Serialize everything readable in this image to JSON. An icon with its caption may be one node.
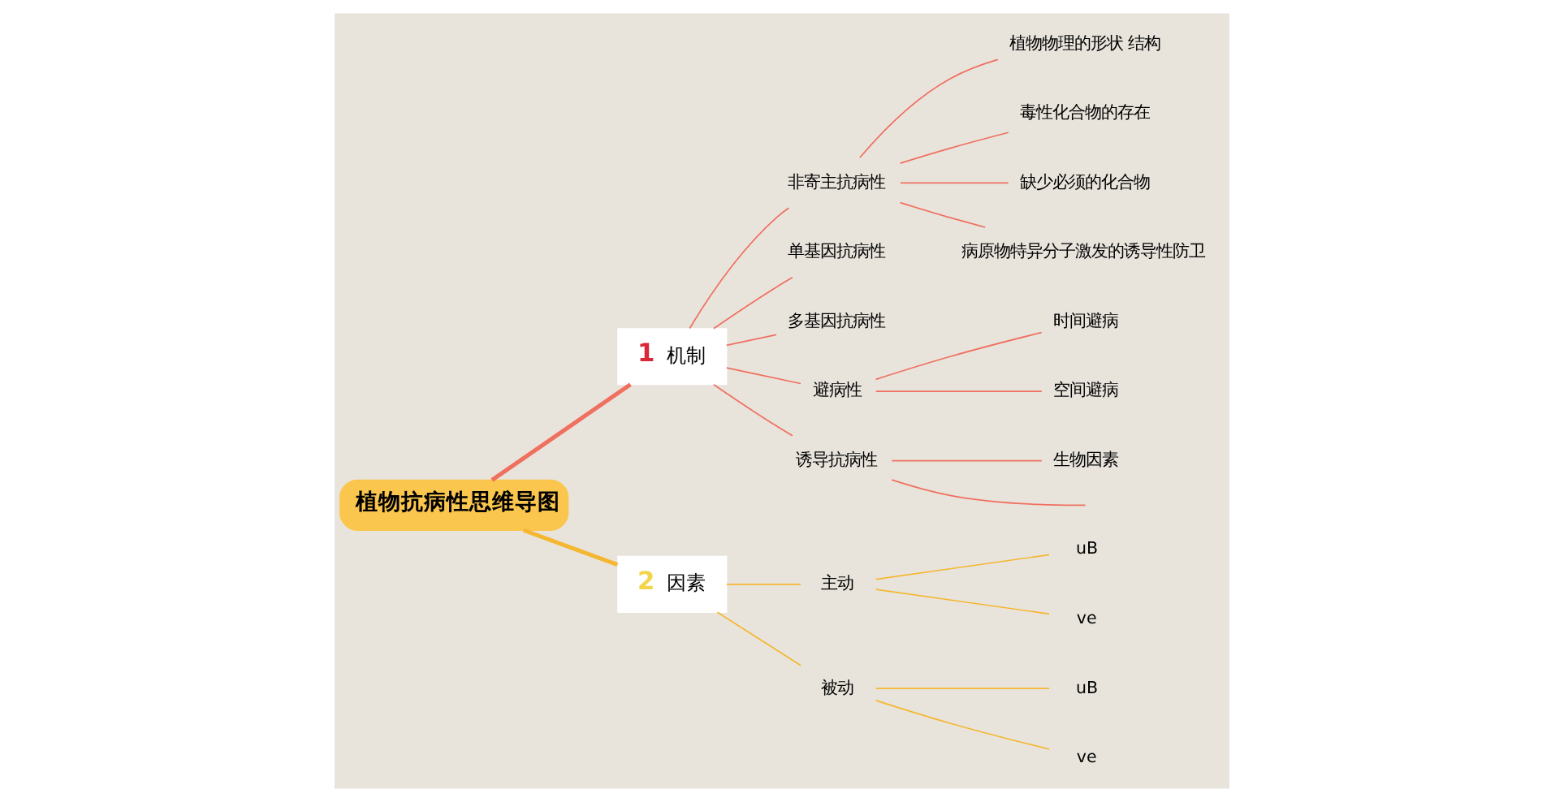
{
  "diagram": {
    "nodes": [
      {
        "text": [
          "植物抗病性思维导图"
        ]
      },
      {
        "text": [
          "1",
          "机制"
        ]
      },
      {
        "text": [
          "非寄主抗病性"
        ]
      },
      {
        "text": [
          "植物物理的形状 结构"
        ]
      },
      {
        "text": [
          "毒性化合物的存在"
        ]
      },
      {
        "text": [
          "缺少必须的化合物"
        ]
      },
      {
        "text": [
          "病原物特异分子激发的诱导性防卫"
        ]
      },
      {
        "text": [
          "单基因抗病性"
        ]
      },
      {
        "text": [
          "多基因抗病性"
        ]
      },
      {
        "text": [
          "避病性"
        ]
      },
      {
        "text": [
          "时间避病"
        ]
      },
      {
        "text": [
          "空间避病"
        ]
      },
      {
        "text": [
          "诱导抗病性"
        ]
      },
      {
        "text": [
          "生物因素"
        ]
      },
      {
        "text": [
          "2",
          "因素"
        ]
      },
      {
        "text": [
          "主动"
        ]
      },
      {
        "text": [
          "uB"
        ]
      },
      {
        "text": [
          "ve"
        ]
      },
      {
        "text": [
          "被动"
        ]
      },
      {
        "text": [
          "uB"
        ]
      },
      {
        "text": [
          "ve"
        ]
      }
    ],
    "edges": [
      {
        "from": 0,
        "to": 1,
        "arrow": "none",
        "style": "thick",
        "color": "#f07060"
      },
      {
        "from": 1,
        "to": 2,
        "arrow": "none",
        "color": "#f07060"
      },
      {
        "from": 2,
        "to": 3,
        "arrow": "none",
        "color": "#f07060"
      },
      {
        "from": 2,
        "to": 4,
        "arrow": "none",
        "color": "#f07060"
      },
      {
        "from": 2,
        "to": 5,
        "arrow": "none",
        "color": "#f07060"
      },
      {
        "from": 2,
        "to": 6,
        "arrow": "none",
        "color": "#f07060"
      },
      {
        "from": 1,
        "to": 7,
        "arrow": "none",
        "color": "#f07060"
      },
      {
        "from": 1,
        "to": 8,
        "arrow": "none",
        "color": "#f07060"
      },
      {
        "from": 1,
        "to": 9,
        "arrow": "none",
        "color": "#f07060"
      },
      {
        "from": 9,
        "to": 10,
        "arrow": "none",
        "color": "#f07060"
      },
      {
        "from": 9,
        "to": 11,
        "arrow": "none",
        "color": "#f07060"
      },
      {
        "from": 1,
        "to": 12,
        "arrow": "none",
        "color": "#f07060"
      },
      {
        "from": 12,
        "to": 13,
        "arrow": "none",
        "color": "#f07060"
      },
      {
        "from": 12,
        "to": null,
        "arrow": "none",
        "color": "#f07060"
      },
      {
        "from": 0,
        "to": 14,
        "arrow": "none",
        "style": "thick",
        "color": "#f5b731"
      },
      {
        "from": 14,
        "to": 15,
        "arrow": "none",
        "color": "#f5b731"
      },
      {
        "from": 15,
        "to": 16,
        "arrow": "none",
        "color": "#f5b731"
      },
      {
        "from": 15,
        "to": 17,
        "arrow": "none",
        "color": "#f5b731"
      },
      {
        "from": 14,
        "to": 18,
        "arrow": "none",
        "color": "#f5b731"
      },
      {
        "from": 18,
        "to": 19,
        "arrow": "none",
        "color": "#f5b731"
      },
      {
        "from": 18,
        "to": 20,
        "arrow": "none",
        "color": "#f5b731"
      }
    ]
  }
}
